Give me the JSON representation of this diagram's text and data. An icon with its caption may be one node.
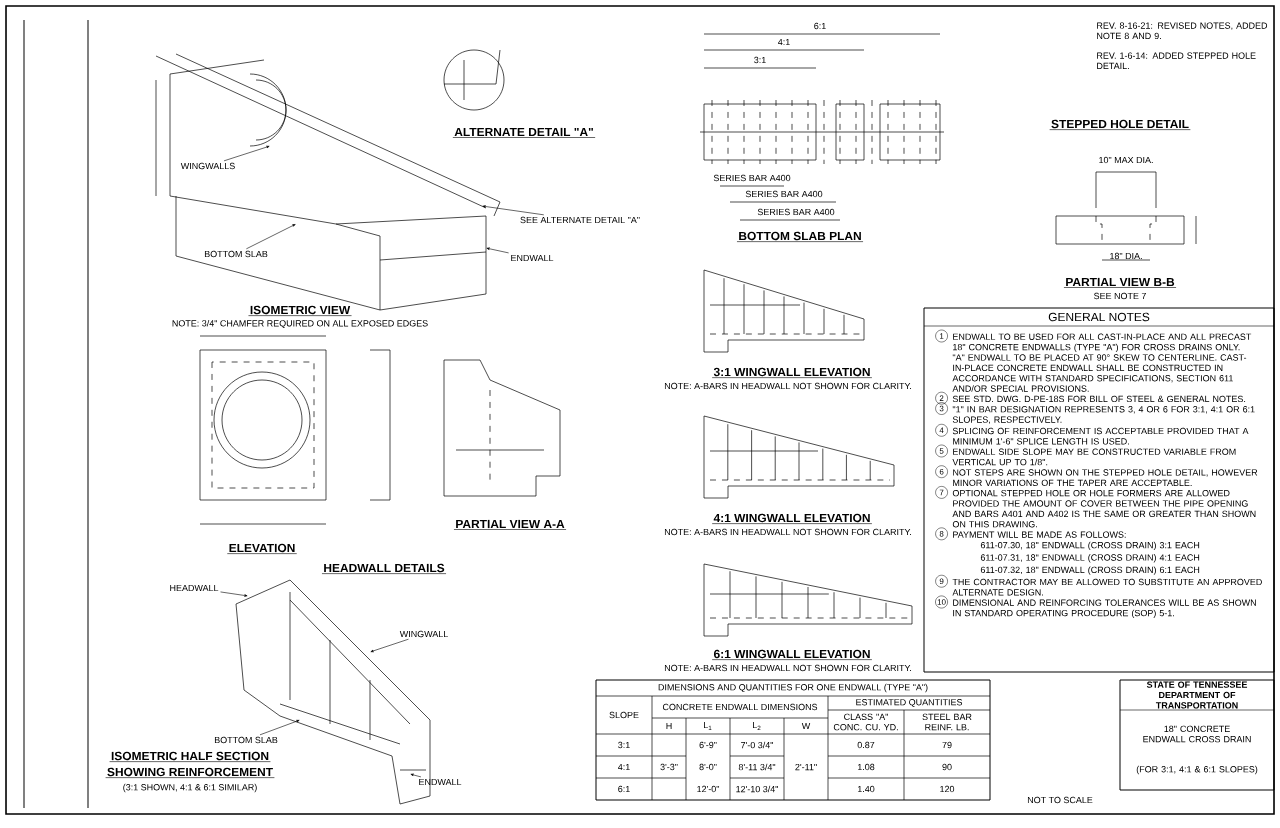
{
  "diagram": {
    "nodes": [
      {
        "text": [
          "WINGWALLS"
        ]
      },
      {
        "text": [
          "BOTTOM SLAB"
        ]
      },
      {
        "text": [
          "ENDWALL"
        ]
      },
      {
        "text": [
          "SEE ALTERNATE DETAIL \"A\""
        ]
      },
      {
        "text": [
          "HEADWALL"
        ]
      },
      {
        "text": [
          "WINGWALL"
        ]
      },
      {
        "text": [
          "BOTTOM SLAB"
        ]
      },
      {
        "text": [
          "ENDWALL"
        ]
      },
      {
        "text": [
          "STATE OF TENNESSEE DEPARTMENT OF TRANSPORTATION",
          "18\" CONCRETE ENDWALL CROSS DRAIN",
          "(FOR 3:1, 4:1 & 6:1 SLOPES)"
        ]
      },
      {
        "text": [
          "GENERAL NOTES",
          "1",
          "ENDWALL TO BE USED FOR ALL CAST-IN-PLACE AND ALL PRECAST 18\" CONCRETE ENDWALLS (TYPE \"A\") FOR CROSS DRAINS ONLY. \"A\" ENDWALL TO BE PLACED AT 90° SKEW TO CENTERLINE. CAST-IN-PLACE CONCRETE ENDWALL SHALL BE CONSTRUCTED IN ACCORDANCE WITH STANDARD SPECIFICATIONS, SECTION 611 AND/OR SPECIAL PROVISIONS.",
          "2",
          "SEE STD. DWG. D-PE-18S FOR BILL OF STEEL & GENERAL NOTES.",
          "3",
          "\"1\" IN BAR DESIGNATION REPRESENTS 3, 4 OR 6 FOR 3:1, 4:1 OR 6:1 SLOPES, RESPECTIVELY.",
          "4",
          "SPLICING OF REINFORCEMENT IS ACCEPTABLE PROVIDED THAT A MINIMUM 1'-6\" SPLICE LENGTH IS USED.",
          "5",
          "ENDWALL SIDE SLOPE MAY BE CONSTRUCTED VARIABLE FROM VERTICAL UP TO 1/8\".",
          "6",
          "NOT STEPS ARE SHOWN ON THE STEPPED HOLE DETAIL, HOWEVER MINOR VARIATIONS OF THE TAPER ARE ACCEPTABLE.",
          "7",
          "OPTIONAL STEPPED HOLE OR HOLE FORMERS ARE ALLOWED PROVIDED THE AMOUNT OF COVER BETWEEN THE PIPE OPENING AND BARS A401 AND A402 IS THE SAME OR GREATER THAN SHOWN ON THIS DRAWING.",
          "8",
          "PAYMENT WILL BE MADE AS FOLLOWS:",
          "611-07.30, 18\" ENDWALL (CROSS DRAIN) 3:1 EACH",
          "611-07.31, 18\" ENDWALL (CROSS DRAIN) 4:1 EACH",
          "611-07.32, 18\" ENDWALL (CROSS DRAIN) 6:1 EACH",
          "9",
          "THE CONTRACTOR MAY BE ALLOWED TO SUBSTITUTE AN APPROVED ALTERNATE DESIGN.",
          "10",
          "DIMENSIONAL AND REINFORCING TOLERANCES WILL BE AS SHOWN IN STANDARD OPERATING PROCEDURE (SOP) 5-1."
        ]
      }
    ],
    "edges": [
      {
        "from": 0,
        "to": null,
        "arrow": "to"
      },
      {
        "from": 1,
        "to": null,
        "arrow": "to"
      },
      {
        "from": 2,
        "to": null,
        "arrow": "to"
      },
      {
        "from": 3,
        "to": null,
        "arrow": "to"
      },
      {
        "from": 4,
        "to": null,
        "arrow": "to"
      },
      {
        "from": 5,
        "to": null,
        "arrow": "to"
      },
      {
        "from": 6,
        "to": null,
        "arrow": "to"
      },
      {
        "from": 7,
        "to": null,
        "arrow": "to"
      }
    ],
    "labels": [
      "REV. 8-16-21: REVISED NOTES, ADDED NOTE 8 AND 9.",
      "REV. 1-6-14: ADDED STEPPED HOLE DETAIL.",
      "ALTERNATE DETAIL \"A\"",
      "6:1",
      "4:1",
      "3:1",
      "SERIES BAR A400",
      "SERIES BAR A400",
      "SERIES BAR A400",
      "BOTTOM SLAB PLAN",
      "STEPPED HOLE DETAIL",
      "10\" MAX DIA.",
      "18\" DIA.",
      "PARTIAL VIEW B-B",
      "SEE NOTE 7",
      "ISOMETRIC VIEW",
      "NOTE: 3/4\" CHAMFER REQUIRED ON ALL EXPOSED EDGES",
      "3:1 WINGWALL ELEVATION",
      "NOTE: A-BARS IN HEADWALL NOT SHOWN FOR CLARITY.",
      "4:1 WINGWALL ELEVATION",
      "NOTE: A-BARS IN HEADWALL NOT SHOWN FOR CLARITY.",
      "6:1 WINGWALL ELEVATION",
      "NOTE: A-BARS IN HEADWALL NOT SHOWN FOR CLARITY.",
      "ELEVATION",
      "PARTIAL VIEW A-A",
      "HEADWALL DETAILS",
      "ISOMETRIC HALF SECTION",
      "SHOWING REINFORCEMENT",
      "(3:1 SHOWN, 4:1 & 6:1 SIMILAR)",
      "NOT TO SCALE",
      "DIMENSIONS AND QUANTITIES FOR ONE ENDWALL (TYPE \"A\")",
      "SLOPE",
      "CONCRETE ENDWALL DIMENSIONS",
      "ESTIMATED QUANTITIES",
      "CLASS \"A\" CONC. CU. YD.",
      "STEEL BAR REINF. LB.",
      "H",
      "L$_{1}$",
      "L$_{2}$",
      "W",
      "3:1",
      "3'-3\"",
      "6'-9\"",
      "7'-0 3/4\"",
      "2'-11\"",
      "0.87",
      "79",
      "4:1",
      "8'-0\"",
      "8'-11 3/4\"",
      "1.08",
      "90",
      "6:1",
      "12'-0\"",
      "12'-10 3/4\"",
      "1.40",
      "120"
    ]
  }
}
